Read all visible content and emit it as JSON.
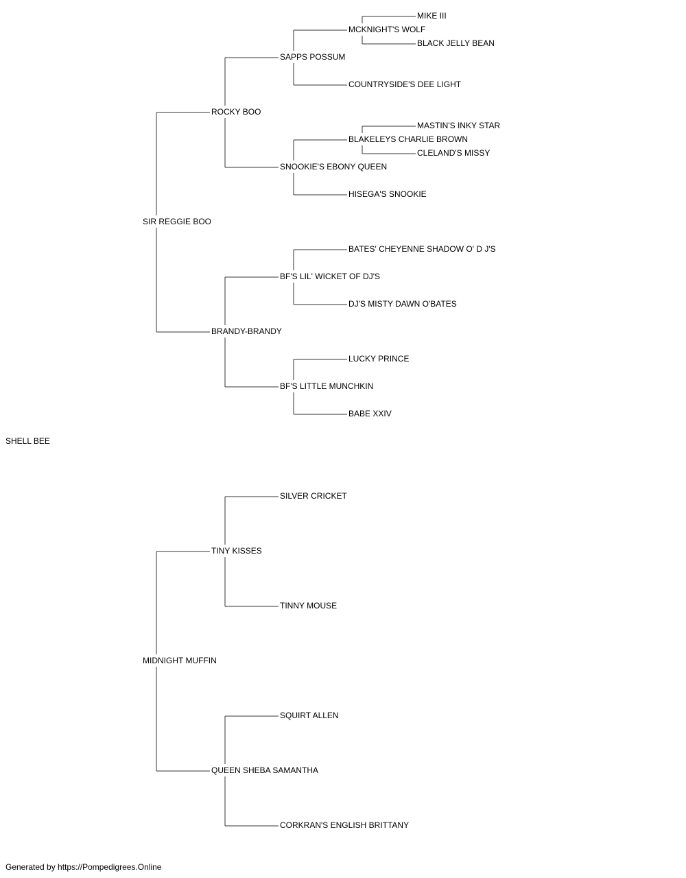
{
  "pedigree": {
    "subject": "SHELL BEE",
    "sire": {
      "name": "SIR REGGIE BOO",
      "sire": {
        "name": "ROCKY BOO",
        "sire": {
          "name": "SAPPS POSSUM",
          "sire": {
            "name": "MCKNIGHT'S WOLF",
            "sire": {
              "name": "MIKE III"
            },
            "dam": {
              "name": "BLACK JELLY BEAN"
            }
          },
          "dam": {
            "name": "COUNTRYSIDE'S DEE LIGHT"
          }
        },
        "dam": {
          "name": "SNOOKIE'S EBONY QUEEN",
          "sire": {
            "name": "BLAKELEYS CHARLIE BROWN",
            "sire": {
              "name": "MASTIN'S INKY STAR"
            },
            "dam": {
              "name": "CLELAND'S MISSY"
            }
          },
          "dam": {
            "name": "HISEGA'S SNOOKIE"
          }
        }
      },
      "dam": {
        "name": "BRANDY-BRANDY",
        "sire": {
          "name": "BF'S LIL' WICKET OF DJ'S",
          "sire": {
            "name": "BATES' CHEYENNE SHADOW O' D J'S"
          },
          "dam": {
            "name": "DJ'S MISTY DAWN O'BATES"
          }
        },
        "dam": {
          "name": "BF'S LITTLE MUNCHKIN",
          "sire": {
            "name": "LUCKY PRINCE"
          },
          "dam": {
            "name": "BABE XXIV"
          }
        }
      }
    },
    "dam": {
      "name": "MIDNIGHT MUFFIN",
      "sire": {
        "name": "TINY KISSES",
        "sire": {
          "name": "SILVER CRICKET"
        },
        "dam": {
          "name": "TINNY MOUSE"
        }
      },
      "dam": {
        "name": "QUEEN SHEBA SAMANTHA",
        "sire": {
          "name": "SQUIRT ALLEN"
        },
        "dam": {
          "name": "CORKRAN'S ENGLISH BRITTANY"
        }
      }
    }
  },
  "footer": "Generated by https://Pompedigrees.Online"
}
